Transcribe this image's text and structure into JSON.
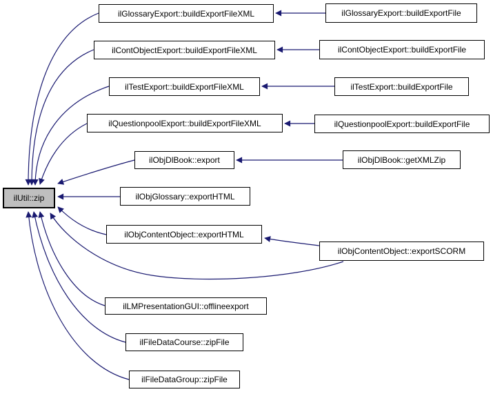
{
  "diagram": {
    "type": "caller-graph",
    "description": "Doxygen-style caller graph for ilUtil::zip",
    "highlighted_node": "ilUtil::zip",
    "colors": {
      "edge": "#191970",
      "node_border": "#000000",
      "node_fill": "#ffffff",
      "highlight_fill": "#bfbfbf",
      "text": "#000000",
      "background": "#ffffff"
    },
    "nodes": [
      {
        "id": "utilZip",
        "label": "ilUtil::zip"
      },
      {
        "id": "glossaryXML",
        "label": "ilGlossaryExport::buildExportFileXML"
      },
      {
        "id": "contXML",
        "label": "ilContObjectExport::buildExportFileXML"
      },
      {
        "id": "testXML",
        "label": "ilTestExport::buildExportFileXML"
      },
      {
        "id": "qplXML",
        "label": "ilQuestionpoolExport::buildExportFileXML"
      },
      {
        "id": "dlbookExport",
        "label": "ilObjDlBook::export"
      },
      {
        "id": "objGlossaryHTML",
        "label": "ilObjGlossary::exportHTML"
      },
      {
        "id": "contentHTML",
        "label": "ilObjContentObject::exportHTML"
      },
      {
        "id": "contentSCORM",
        "label": "ilObjContentObject::exportSCORM"
      },
      {
        "id": "lmOffline",
        "label": "ilLMPresentationGUI::offlineexport"
      },
      {
        "id": "courseZip",
        "label": "ilFileDataCourse::zipFile"
      },
      {
        "id": "groupZip",
        "label": "ilFileDataGroup::zipFile"
      },
      {
        "id": "glossaryFile",
        "label": "ilGlossaryExport::buildExportFile"
      },
      {
        "id": "contFile",
        "label": "ilContObjectExport::buildExportFile"
      },
      {
        "id": "testFile",
        "label": "ilTestExport::buildExportFile"
      },
      {
        "id": "qplFile",
        "label": "ilQuestionpoolExport::buildExportFile"
      },
      {
        "id": "dlbookGetXMLZip",
        "label": "ilObjDlBook::getXMLZip"
      }
    ],
    "edges": [
      {
        "from": "ilGlossaryExport::buildExportFileXML",
        "to": "ilUtil::zip"
      },
      {
        "from": "ilContObjectExport::buildExportFileXML",
        "to": "ilUtil::zip"
      },
      {
        "from": "ilTestExport::buildExportFileXML",
        "to": "ilUtil::zip"
      },
      {
        "from": "ilQuestionpoolExport::buildExportFileXML",
        "to": "ilUtil::zip"
      },
      {
        "from": "ilObjDlBook::export",
        "to": "ilUtil::zip"
      },
      {
        "from": "ilObjGlossary::exportHTML",
        "to": "ilUtil::zip"
      },
      {
        "from": "ilObjContentObject::exportHTML",
        "to": "ilUtil::zip"
      },
      {
        "from": "ilObjContentObject::exportSCORM",
        "to": "ilUtil::zip"
      },
      {
        "from": "ilLMPresentationGUI::offlineexport",
        "to": "ilUtil::zip"
      },
      {
        "from": "ilFileDataCourse::zipFile",
        "to": "ilUtil::zip"
      },
      {
        "from": "ilFileDataGroup::zipFile",
        "to": "ilUtil::zip"
      },
      {
        "from": "ilGlossaryExport::buildExportFile",
        "to": "ilGlossaryExport::buildExportFileXML"
      },
      {
        "from": "ilContObjectExport::buildExportFile",
        "to": "ilContObjectExport::buildExportFileXML"
      },
      {
        "from": "ilTestExport::buildExportFile",
        "to": "ilTestExport::buildExportFileXML"
      },
      {
        "from": "ilQuestionpoolExport::buildExportFile",
        "to": "ilQuestionpoolExport::buildExportFileXML"
      },
      {
        "from": "ilObjDlBook::getXMLZip",
        "to": "ilObjDlBook::export"
      },
      {
        "from": "ilObjContentObject::exportSCORM",
        "to": "ilObjContentObject::exportHTML"
      }
    ]
  }
}
